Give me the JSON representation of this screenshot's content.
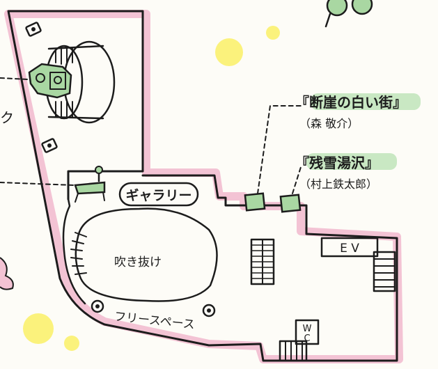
{
  "colors": {
    "wall_highlight": "#f3c3d4",
    "artwork_marker": "#a9d7a2",
    "label_highlight": "#c9e8c3",
    "decor_dot": "#fbf27c",
    "ink": "#1c1c1c",
    "paper": "#fdfcf7"
  },
  "areas": {
    "gallery": "ギャラリー",
    "atrium": "吹き抜け",
    "free_space": "フリースペース",
    "elevator": "E V",
    "restroom_top": "W",
    "restroom_bottom": "C"
  },
  "artworks": [
    {
      "title": "『断崖の白い街』",
      "artist": "（森 敬介）"
    },
    {
      "title": "『残雪湯沢』",
      "artist": "（村上鉄太郎）"
    }
  ],
  "partial_labels": {
    "left_char": "ク"
  },
  "icons": [
    "artwork-marker-icon",
    "stairs-icon",
    "escalator-icon",
    "telescope-icon",
    "bench-icon",
    "camera-icon",
    "robot-icon"
  ]
}
